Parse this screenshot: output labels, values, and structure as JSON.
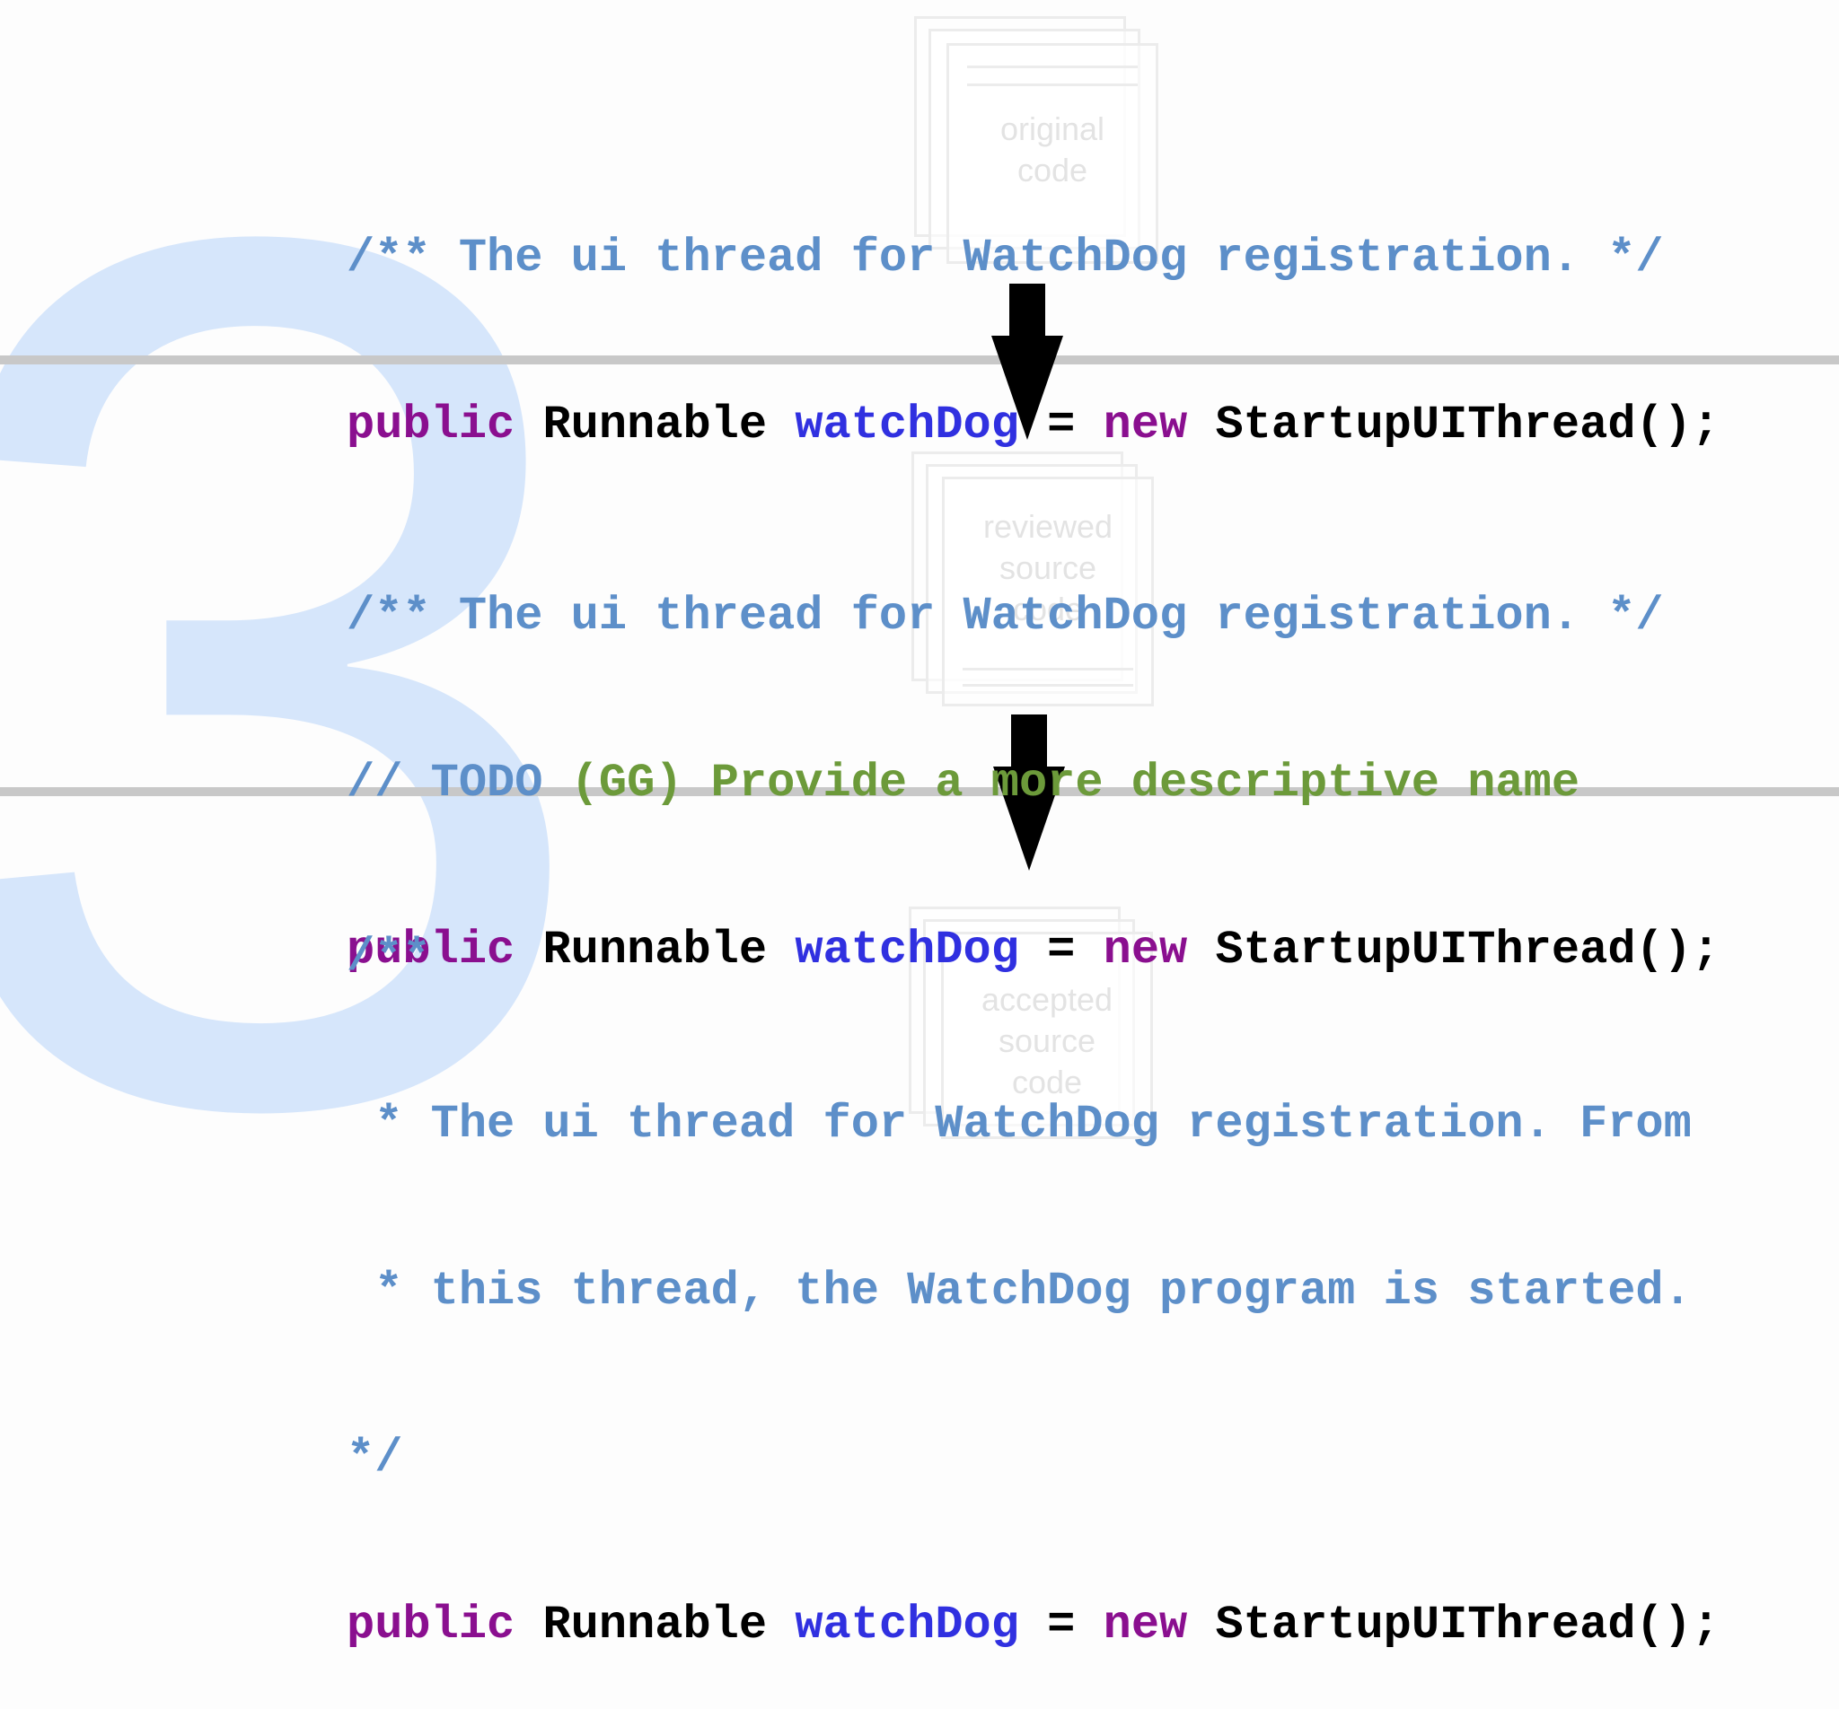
{
  "background_numeral": "3",
  "doc_stacks": [
    {
      "name": "original-code-stack",
      "lines": [
        "original",
        "code"
      ]
    },
    {
      "name": "reviewed-code-stack",
      "lines": [
        "reviewed",
        "source",
        "code"
      ]
    },
    {
      "name": "accepted-code-stack",
      "lines": [
        "accepted",
        "source",
        "code"
      ]
    }
  ],
  "snippet_original": {
    "comment": "/** The ui thread for WatchDog registration. */",
    "decl": {
      "kw_public": "public",
      "type": "Runnable",
      "field": "watchDog",
      "eq": "=",
      "kw_new": "new",
      "ctor": "StartupUIThread();"
    }
  },
  "snippet_reviewed": {
    "comment": "/** The ui thread for WatchDog registration. */",
    "todo_marker": "// TODO",
    "todo_text": "(GG) Provide a more descriptive name",
    "decl": {
      "kw_public": "public",
      "type": "Runnable",
      "field": "watchDog",
      "eq": "=",
      "kw_new": "new",
      "ctor": "StartupUIThread();"
    }
  },
  "snippet_accepted": {
    "comment_lines": [
      "/**",
      " * The ui thread for WatchDog registration. From",
      " * this thread, the WatchDog program is started.",
      "*/"
    ],
    "decl": {
      "kw_public": "public",
      "type": "Runnable",
      "field": "watchDog",
      "eq": "=",
      "kw_new": "new",
      "ctor": "StartupUIThread();"
    }
  },
  "colors": {
    "comment": "#5d8fc9",
    "todo": "#6c9a3a",
    "keyword": "#8a0f8f",
    "field": "#3030e0",
    "plain": "#000000",
    "numeral": "#d6e6fb",
    "divider": "#c8c8c8"
  }
}
